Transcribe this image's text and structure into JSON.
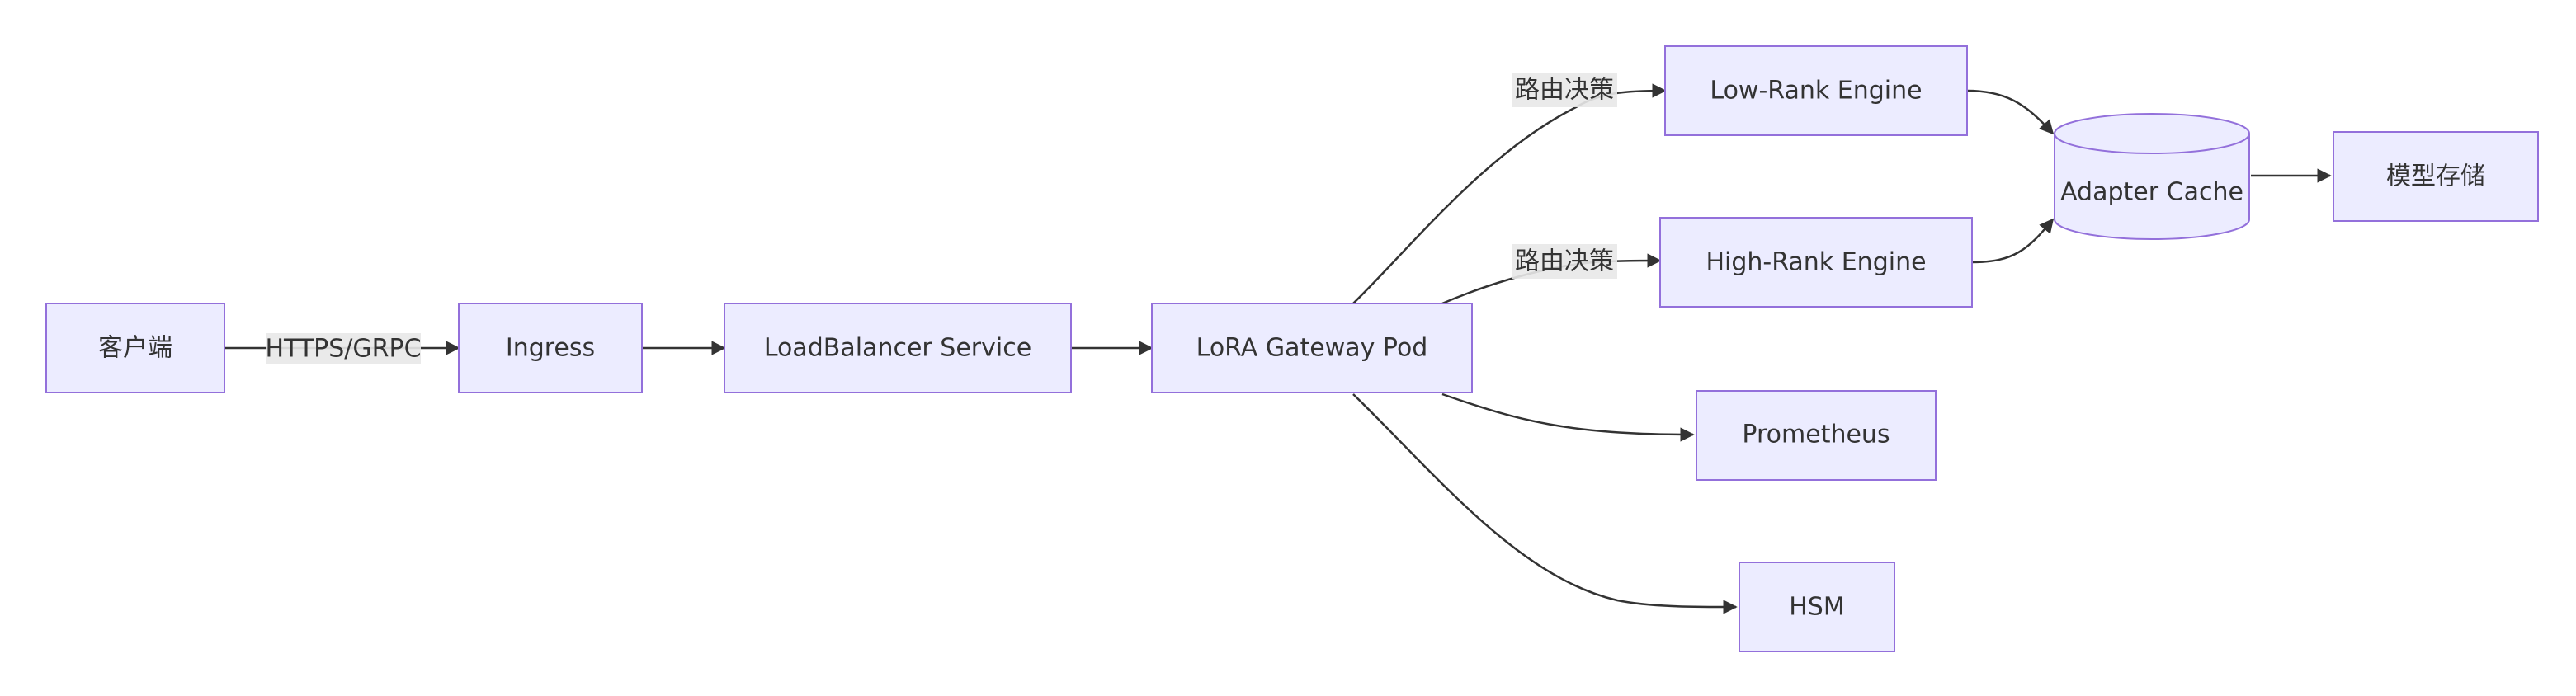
{
  "colors": {
    "node_fill": "#ECECFF",
    "node_stroke": "#9370DB",
    "edge": "#333333",
    "edge_label_bg": "#e8e8e8",
    "text": "#333333"
  },
  "nodes": {
    "client": "客户端",
    "ingress": "Ingress",
    "loadbalancer": "LoadBalancer Service",
    "gateway": "LoRA Gateway Pod",
    "low_rank": "Low-Rank Engine",
    "high_rank": "High-Rank Engine",
    "prometheus": "Prometheus",
    "hsm": "HSM",
    "adapter_cache": "Adapter Cache",
    "model_store": "模型存储"
  },
  "edges": {
    "client_ingress": "HTTPS/GRPC",
    "gateway_low_rank": "路由决策",
    "gateway_high_rank": "路由决策"
  }
}
